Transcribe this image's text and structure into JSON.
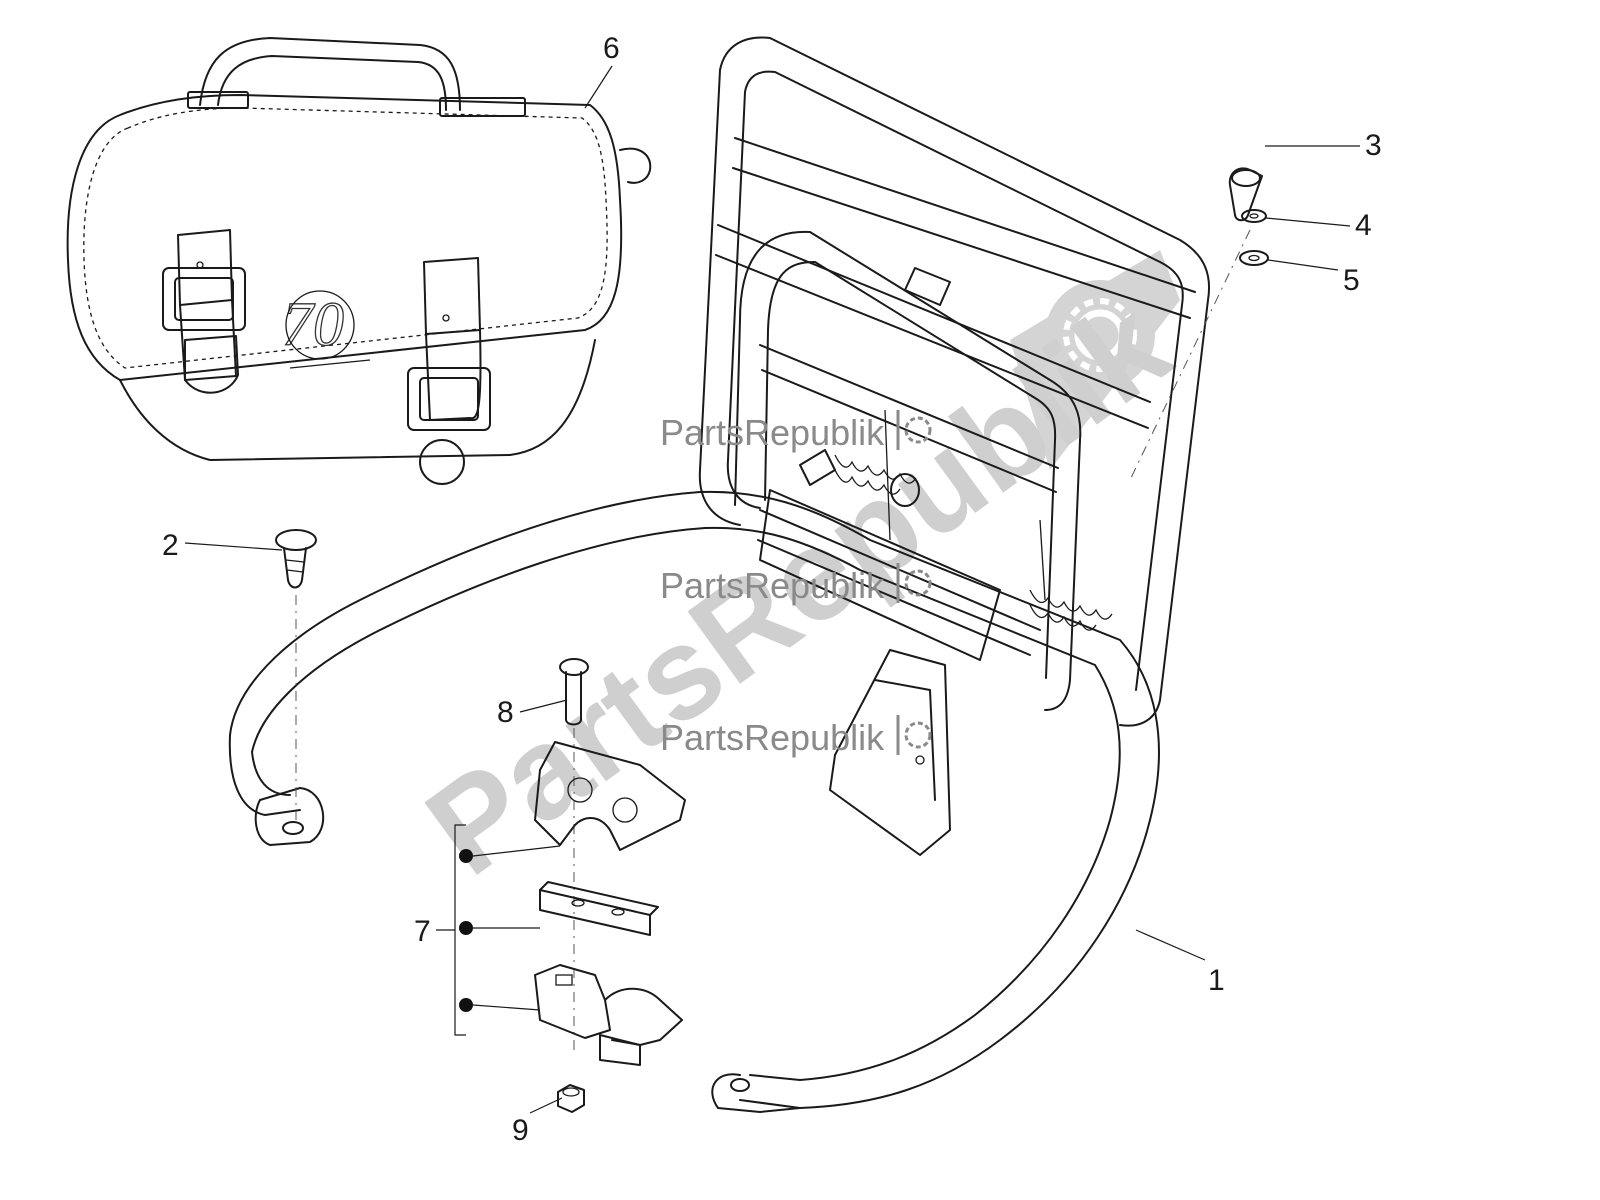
{
  "watermarks": {
    "big_text": "PartsRepublik",
    "small_text": "PartsRepublik",
    "color_big": "#cfcfcf",
    "color_small": "#8a8a8a"
  },
  "callouts": {
    "c1": "1",
    "c2": "2",
    "c3": "3",
    "c4": "4",
    "c5": "5",
    "c6": "6",
    "c7": "7",
    "c8": "8",
    "c9": "9"
  },
  "bag_logo_text": "70"
}
